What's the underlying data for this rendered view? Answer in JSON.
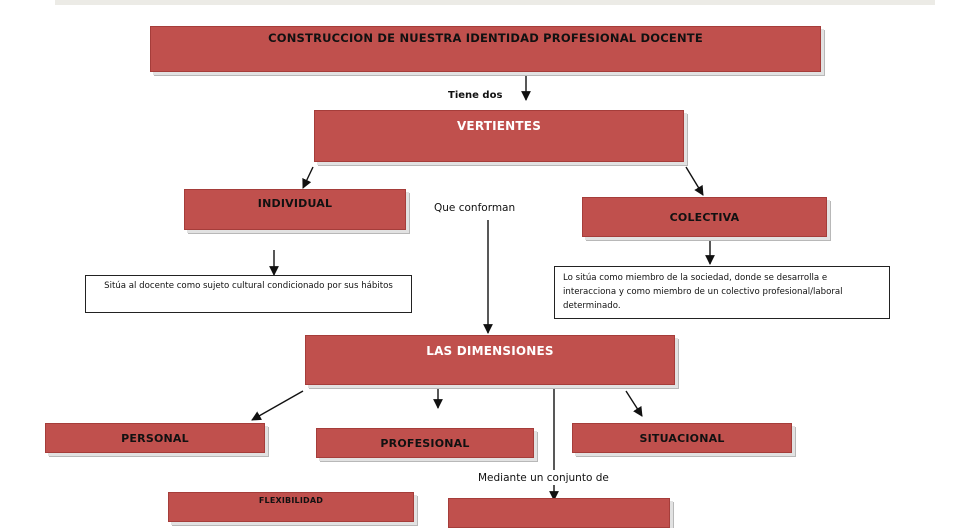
{
  "diagram": {
    "title": "CONSTRUCCION DE NUESTRA IDENTIDAD PROFESIONAL DOCENTE",
    "edge_tiene_dos": "Tiene dos",
    "vertientes": "VERTIENTES",
    "individual": "INDIVIDUAL",
    "colectiva": "COLECTIVA",
    "edge_que_conforman": "Que conforman",
    "individual_desc": "Sitúa al docente como sujeto cultural condicionado por sus hábitos",
    "colectiva_desc": "Lo sitúa como miembro de la sociedad, donde se desarrolla e interacciona y como miembro de un colectivo profesional/laboral determinado.",
    "dimensiones": "LAS DIMENSIONES",
    "personal": "PERSONAL",
    "profesional": "PROFESIONAL",
    "situacional": "SITUACIONAL",
    "edge_mediante": "Mediante un conjunto de",
    "flexibilidad": "FLEXIBILIDAD"
  }
}
